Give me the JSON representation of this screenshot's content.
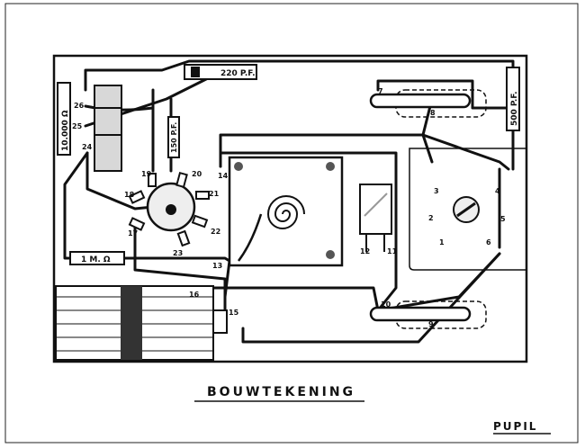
{
  "title": "BOUWTEKENING",
  "signature": "PUPIL",
  "components": {
    "capacitor_220": "220 P.F.",
    "resistor_10000": "10.000 Ω",
    "capacitor_500": "500 P.F.",
    "capacitor_150": "150 P.F.",
    "resistor_1m": "1 M. Ω"
  },
  "terminals": [
    "1",
    "2",
    "3",
    "4",
    "5",
    "6",
    "7",
    "8",
    "9",
    "10",
    "11",
    "12",
    "13",
    "14",
    "15",
    "16",
    "17",
    "18",
    "19",
    "20",
    "21",
    "22",
    "23",
    "24",
    "25",
    "26"
  ]
}
